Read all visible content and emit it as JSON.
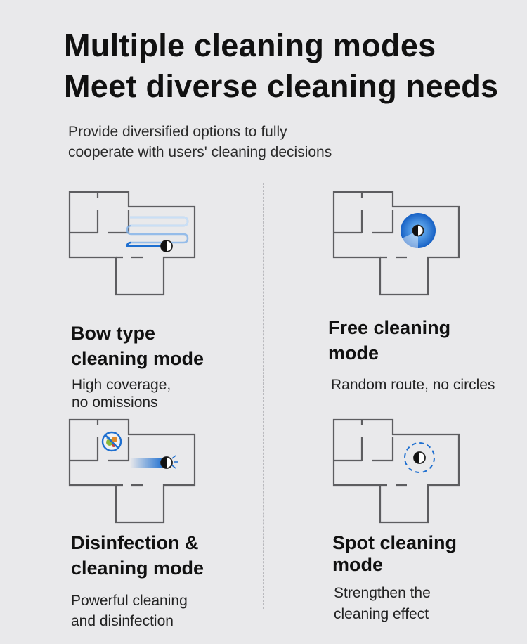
{
  "header": {
    "title_line1": "Multiple cleaning modes",
    "title_line2": "Meet diverse cleaning needs",
    "subtitle_line1": "Provide diversified options to fully",
    "subtitle_line2": "cooperate with users' cleaning decisions"
  },
  "modes": [
    {
      "title_line1": "Bow type",
      "title_line2": "cleaning mode",
      "desc_line1": "High coverage,",
      "desc_line2": "no omissions",
      "icon": "bow-path-icon"
    },
    {
      "title_line1": "Free cleaning",
      "title_line2": "mode",
      "desc_line1": "Random route, no circles",
      "desc_line2": "",
      "icon": "free-cleaning-icon"
    },
    {
      "title_line1": "Disinfection &",
      "title_line2": "cleaning mode",
      "desc_line1": "Powerful cleaning",
      "desc_line2": "and disinfection",
      "icon": "disinfection-icon"
    },
    {
      "title_line1": "Spot cleaning",
      "title_line2": "mode",
      "desc_line1": "Strengthen the",
      "desc_line2": "cleaning effect",
      "icon": "spot-cleaning-icon"
    }
  ],
  "colors": {
    "background": "#e9e9eb",
    "accent_blue": "#1e6fd0",
    "wall": "#5d5d60"
  }
}
